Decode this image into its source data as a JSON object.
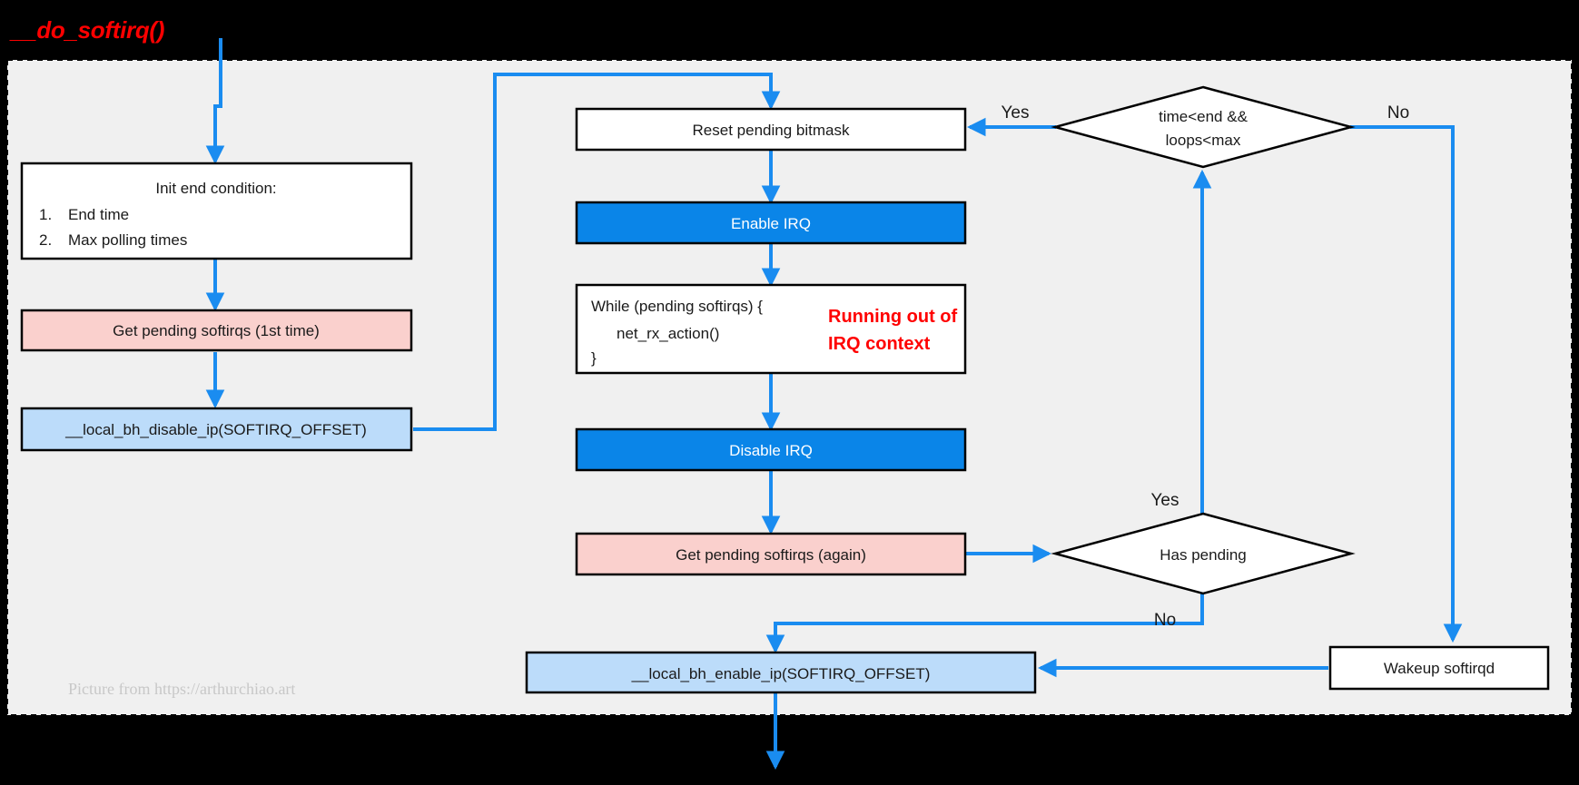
{
  "diagram": {
    "title": "__do_softirq()",
    "watermark": "Picture from https://arthurchiao.art",
    "colors": {
      "arrow": "#1a8cf0",
      "title_red": "#ff0000",
      "box_white": "#ffffff",
      "box_blue_solid": "#0a85e8",
      "box_blue_light": "#bcdcfa",
      "box_pink": "#fad0cd",
      "border": "#000000",
      "canvas": "#f0f0f0",
      "page_background": "#000000"
    },
    "nodes": {
      "init_end_condition": {
        "line1": "Init end condition:",
        "line2_num": "1.",
        "line2": "End time",
        "line3_num": "2.",
        "line3": "Max polling times"
      },
      "get_pending_1st": "Get pending softirqs (1st time)",
      "local_bh_disable": "__local_bh_disable_ip(SOFTIRQ_OFFSET)",
      "reset_bitmask": "Reset pending bitmask",
      "enable_irq": "Enable IRQ",
      "while_loop": {
        "line1": "While (pending softirqs) {",
        "line2": "net_rx_action()",
        "line3": "}"
      },
      "disable_irq": "Disable IRQ",
      "get_pending_again": "Get pending softirqs (again)",
      "local_bh_enable": "__local_bh_enable_ip(SOFTIRQ_OFFSET)",
      "wakeup_softirqd": "Wakeup softirqd",
      "decision_time_loops": {
        "line1": "time<end &&",
        "line2": "loops<max"
      },
      "decision_has_pending": "Has pending"
    },
    "annotations": {
      "running_out_line1": "Running out of",
      "running_out_line2": "IRQ context"
    },
    "edge_labels": {
      "time_yes": "Yes",
      "time_no": "No",
      "pending_yes": "Yes",
      "pending_no": "No"
    }
  }
}
